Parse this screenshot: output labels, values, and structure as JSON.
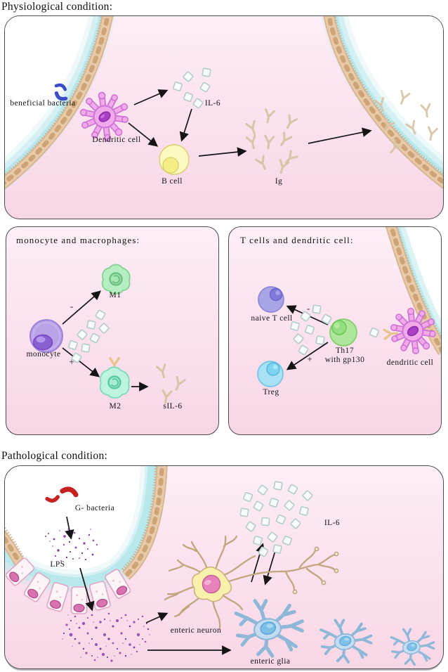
{
  "titles": {
    "physiological": "Physiological condition:",
    "pathological": "Pathological condition:"
  },
  "panels": {
    "physiological": {
      "labels": {
        "beneficial_bacteria": "beneficial bacteria",
        "dendritic_cell": "Dendritic cell",
        "il6": "IL-6",
        "b_cell": "B cell",
        "ig": "Ig"
      }
    },
    "monocyte": {
      "header": "monocyte and macrophages:",
      "labels": {
        "monocyte": "monocyte",
        "m1": "M1",
        "m2": "M2",
        "sil6": "sIL-6"
      },
      "signs": {
        "to_m1": "-",
        "to_m2": "+"
      }
    },
    "tcells": {
      "header": "T cells and dendritic cell:",
      "labels": {
        "naive_t": "naive T cell",
        "th17_line1": "Th17",
        "th17_line2": "with gp130",
        "treg": "Treg",
        "dendritic_cell": "dendritic cell"
      },
      "signs": {
        "to_naive": "-",
        "to_treg": "+"
      }
    },
    "pathological": {
      "labels": {
        "g_bacteria": "G- bacteria",
        "lps": "LPS",
        "il6": "IL-6",
        "enteric_neuron": "enteric neuron",
        "enteric_glia": "enteric glia"
      }
    }
  },
  "icons": {
    "il6_molecule": "diamond",
    "antibody": "y-shape",
    "bacteria": "curved-rod",
    "lps": "dot-scatter",
    "epithelium": "tan-band-with-brush-border"
  },
  "colors": {
    "panel_pink": "#fbdfec",
    "mucus_cyan": "#bfe9ec",
    "epithelium_tan": "#e3c4a2",
    "beneficial_bacteria_blue": "#3b4cc4",
    "g_negative_bacteria_red": "#c62222",
    "il6_diamond_fill": "#f7fcfa",
    "il6_diamond_stroke": "#b5cecc",
    "antibody_tan": "#d8c4a6",
    "lps_purple": "#8e44ad",
    "monocyte_purple": "#b9a2e6",
    "m1_green": "#b5eec0",
    "m2_mint": "#bdf4de",
    "naive_t_periwinkle": "#a9a4e4",
    "th17_green": "#aee79c",
    "treg_cyan": "#a8e0f4",
    "dendritic_orchid": "#f0a7e9",
    "b_cell_yellow": "#fcf9c0",
    "neuron_yellow": "#f8f0ab",
    "glia_blue": "#c3dcf2",
    "arrow_black": "#151515"
  }
}
